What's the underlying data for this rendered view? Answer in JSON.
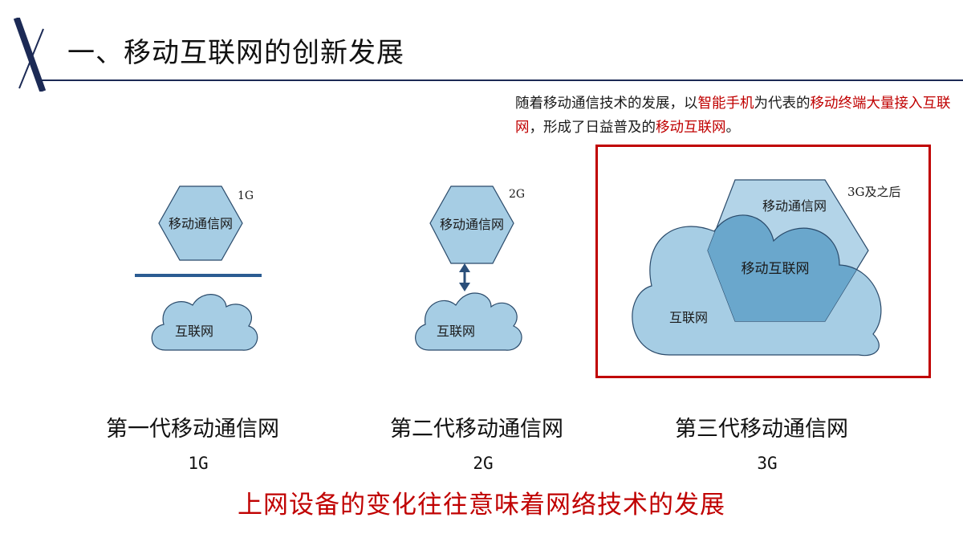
{
  "header": {
    "title": "一、移动互联网的创新发展"
  },
  "intro": {
    "segments": [
      {
        "text": "随着移动通信技术的发展，以",
        "highlight": false
      },
      {
        "text": "智能手机",
        "highlight": true
      },
      {
        "text": "为代表的",
        "highlight": false
      },
      {
        "text": "移动终端大量接入互联网",
        "highlight": true
      },
      {
        "text": "，形成了日益普及的",
        "highlight": false
      },
      {
        "text": "移动互联网",
        "highlight": true
      },
      {
        "text": "。",
        "highlight": false
      }
    ]
  },
  "colors": {
    "accent_red": "#c00000",
    "network_fill": "#a6cde4",
    "overlap_fill": "#6aa7cc",
    "outline": "#2a4a6a",
    "navy": "#1c2a55"
  },
  "diagrams": {
    "gen1": {
      "tag": "1G",
      "hexagon_label": "移动通信网",
      "cloud_label": "互联网",
      "relation": "separated"
    },
    "gen2": {
      "tag": "2G",
      "hexagon_label": "移动通信网",
      "cloud_label": "互联网",
      "relation": "bidirectional-link"
    },
    "gen3": {
      "tag": "3G及之后",
      "hexagon_label": "移动通信网",
      "cloud_label": "互联网",
      "overlap_label": "移动互联网",
      "relation": "overlapping"
    }
  },
  "generations": [
    {
      "name": "第一代移动通信网",
      "code": "1G"
    },
    {
      "name": "第二代移动通信网",
      "code": "2G"
    },
    {
      "name": "第三代移动通信网",
      "code": "3G"
    }
  ],
  "conclusion": "上网设备的变化往往意味着网络技术的发展"
}
